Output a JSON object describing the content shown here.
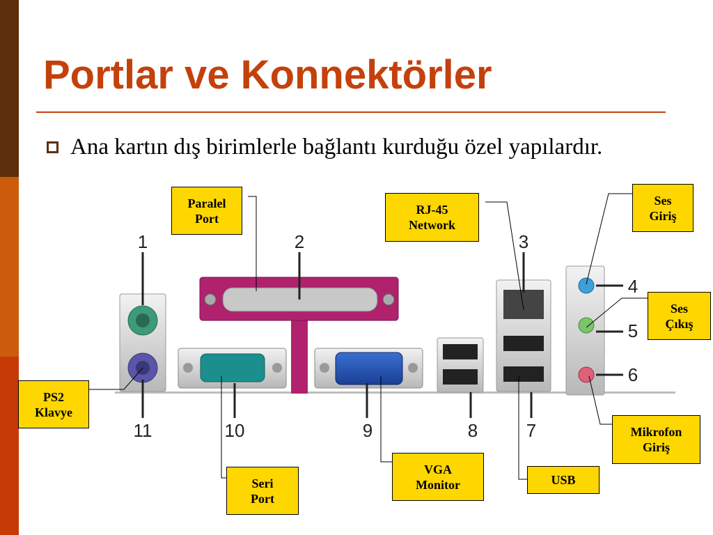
{
  "slide": {
    "title": "Portlar ve Konnektörler",
    "bullet": "Ana kartın dış birimlerle bağlantı kurduğu özel yapılardır."
  },
  "colors": {
    "title": "#c4410c",
    "band_dark": "#5c2e0a",
    "band_orange": "#cc5c0c",
    "band_red": "#c63a06",
    "callout_fill": "#ffd700"
  },
  "callouts": {
    "paralel": [
      "Paralel",
      "Port"
    ],
    "rj45": [
      "RJ-45",
      "Network"
    ],
    "ses_giris": [
      "Ses",
      "Giriş"
    ],
    "ses_cikis": [
      "Ses",
      "Çıkış"
    ],
    "ps2": [
      "PS2",
      "Klavye"
    ],
    "mikrofon": [
      "Mikrofon",
      "Giriş"
    ],
    "seri": [
      "Seri",
      "Port"
    ],
    "vga": [
      "VGA",
      "Monitor"
    ],
    "usb": [
      "USB"
    ]
  },
  "port_numbers": {
    "n1": "1",
    "n2": "2",
    "n3": "3",
    "n4": "4",
    "n5": "5",
    "n6": "6",
    "n7": "7",
    "n8": "8",
    "n9": "9",
    "n10": "10",
    "n11": "11"
  }
}
